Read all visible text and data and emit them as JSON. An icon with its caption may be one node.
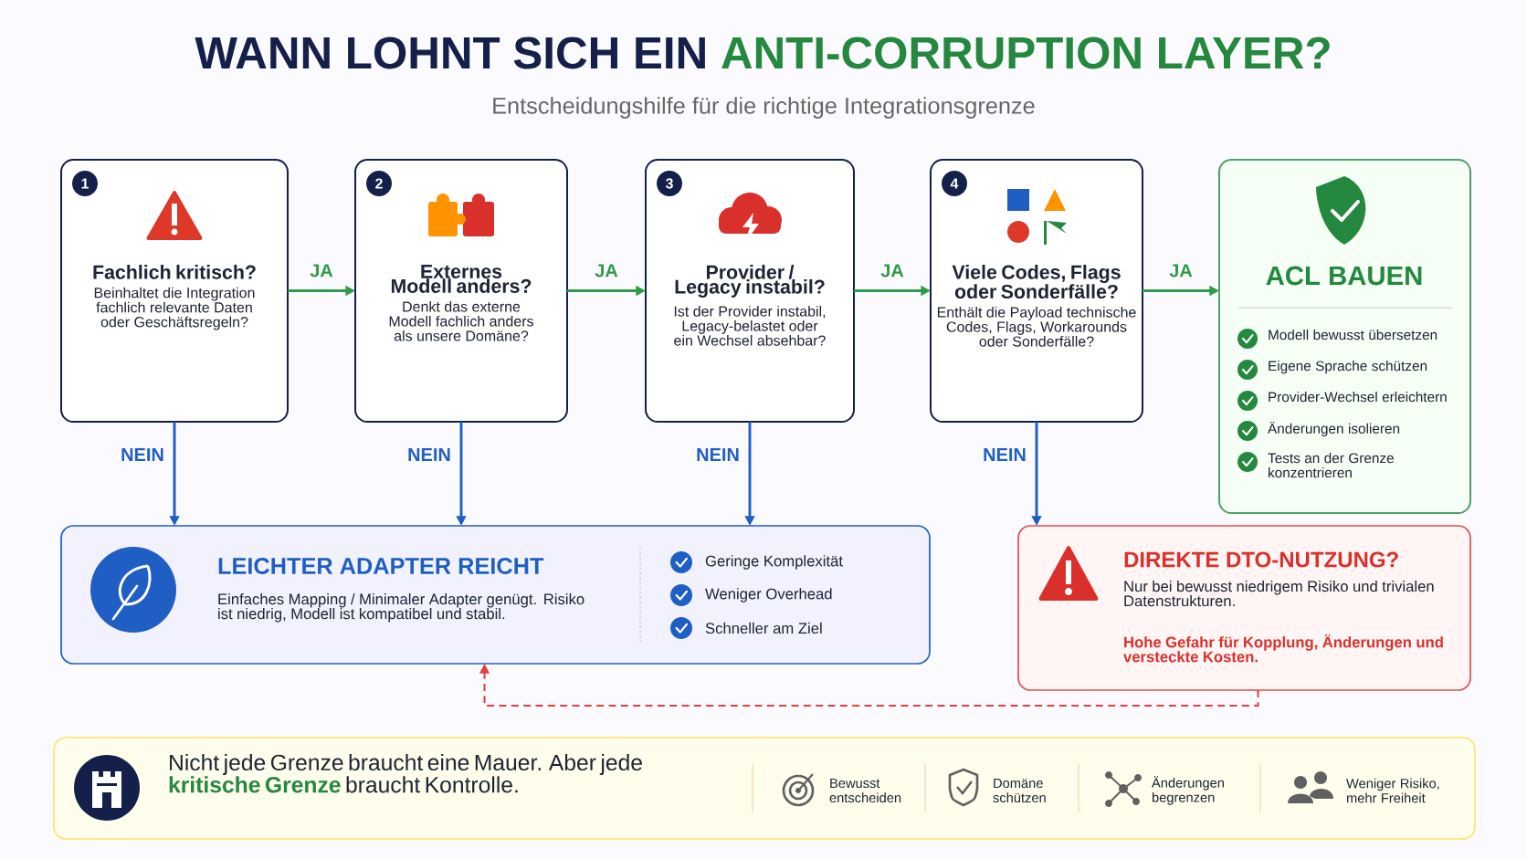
{
  "diagram": {
    "title": "WANN LOHNT SICH EIN **ANTI-CORRUPTION LAYER?**",
    "nodes": [
      {
        "text": [
          "1",
          "Fachlich kritisch?",
          "Beinhaltet die Integration fachlich relevante Daten oder Geschäftsregeln?"
        ]
      },
      {
        "text": [
          "2",
          "Externes Modell anders?",
          "Denkt das externe Modell fachlich anders als unsere Domäne?"
        ]
      },
      {
        "text": [
          "3",
          "Provider / Legacy instabil?",
          "Ist der Provider instabil, Legacy-belastet oder ein Wechsel absehbar?"
        ]
      },
      {
        "text": [
          "4",
          "Viele Codes, Flags oder Sonderfälle?",
          "Enthält die Payload technische Codes, Flags, Workarounds oder Sonderfälle?"
        ]
      },
      {
        "text": [
          "ACL BAUEN",
          "Modell bewusst übersetzen",
          "Eigene Sprache schützen",
          "Provider-Wechsel erleichtern",
          "Änderungen isolieren",
          "Tests an der Grenze konzentrieren"
        ]
      },
      {
        "text": [
          "LEICHTER ADAPTER REICHT",
          "Einfaches Mapping / Minimaler Adapter genügt. Risiko ist niedrig, Modell ist kompatibel und stabil.",
          "Geringe Komplexität",
          "Weniger Overhead",
          "Schneller am Ziel"
        ]
      },
      {
        "text": [
          "DIREKTE DTO-NUTZUNG?",
          "Nur bei bewusst niedrigem Risiko und trivialen Datenstrukturen.",
          "Hohe Gefahr für Kopplung, Änderungen und versteckte Kosten."
        ]
      },
      {
        "text": [
          "Nicht jede Grenze braucht eine Mauer. Aber jede **kritische Grenze** braucht Kontrolle.",
          "Bewusst entscheiden",
          "Domäne schützen",
          "Änderungen begrenzen",
          "Weniger Risiko, mehr Freiheit"
        ]
      }
    ],
    "edges": [
      {
        "from": 0,
        "to": 1,
        "arrow": "to",
        "label": "JA",
        "color": "#2e9a47"
      },
      {
        "from": 1,
        "to": 2,
        "arrow": "to",
        "label": "JA",
        "color": "#2e9a47"
      },
      {
        "from": 2,
        "to": 3,
        "arrow": "to",
        "label": "JA",
        "color": "#2e9a47"
      },
      {
        "from": 3,
        "to": 4,
        "arrow": "to",
        "label": "JA",
        "color": "#2e9a47"
      },
      {
        "from": 0,
        "to": 5,
        "arrow": "to",
        "label": "NEIN",
        "color": "#1f5fc4"
      },
      {
        "from": 1,
        "to": 5,
        "arrow": "to",
        "label": "NEIN",
        "color": "#1f5fc4"
      },
      {
        "from": 2,
        "to": 5,
        "arrow": "to",
        "label": "NEIN",
        "color": "#1f5fc4"
      },
      {
        "from": 3,
        "to": 6,
        "arrow": "to",
        "label": "NEIN",
        "color": "#1f5fc4"
      },
      {
        "from": 6,
        "to": 5,
        "arrow": "to",
        "style": "dashed",
        "color": "#e0403a"
      }
    ],
    "labels": [
      "Entscheidungshilfe für die richtige Integrationsgrenze"
    ]
  }
}
